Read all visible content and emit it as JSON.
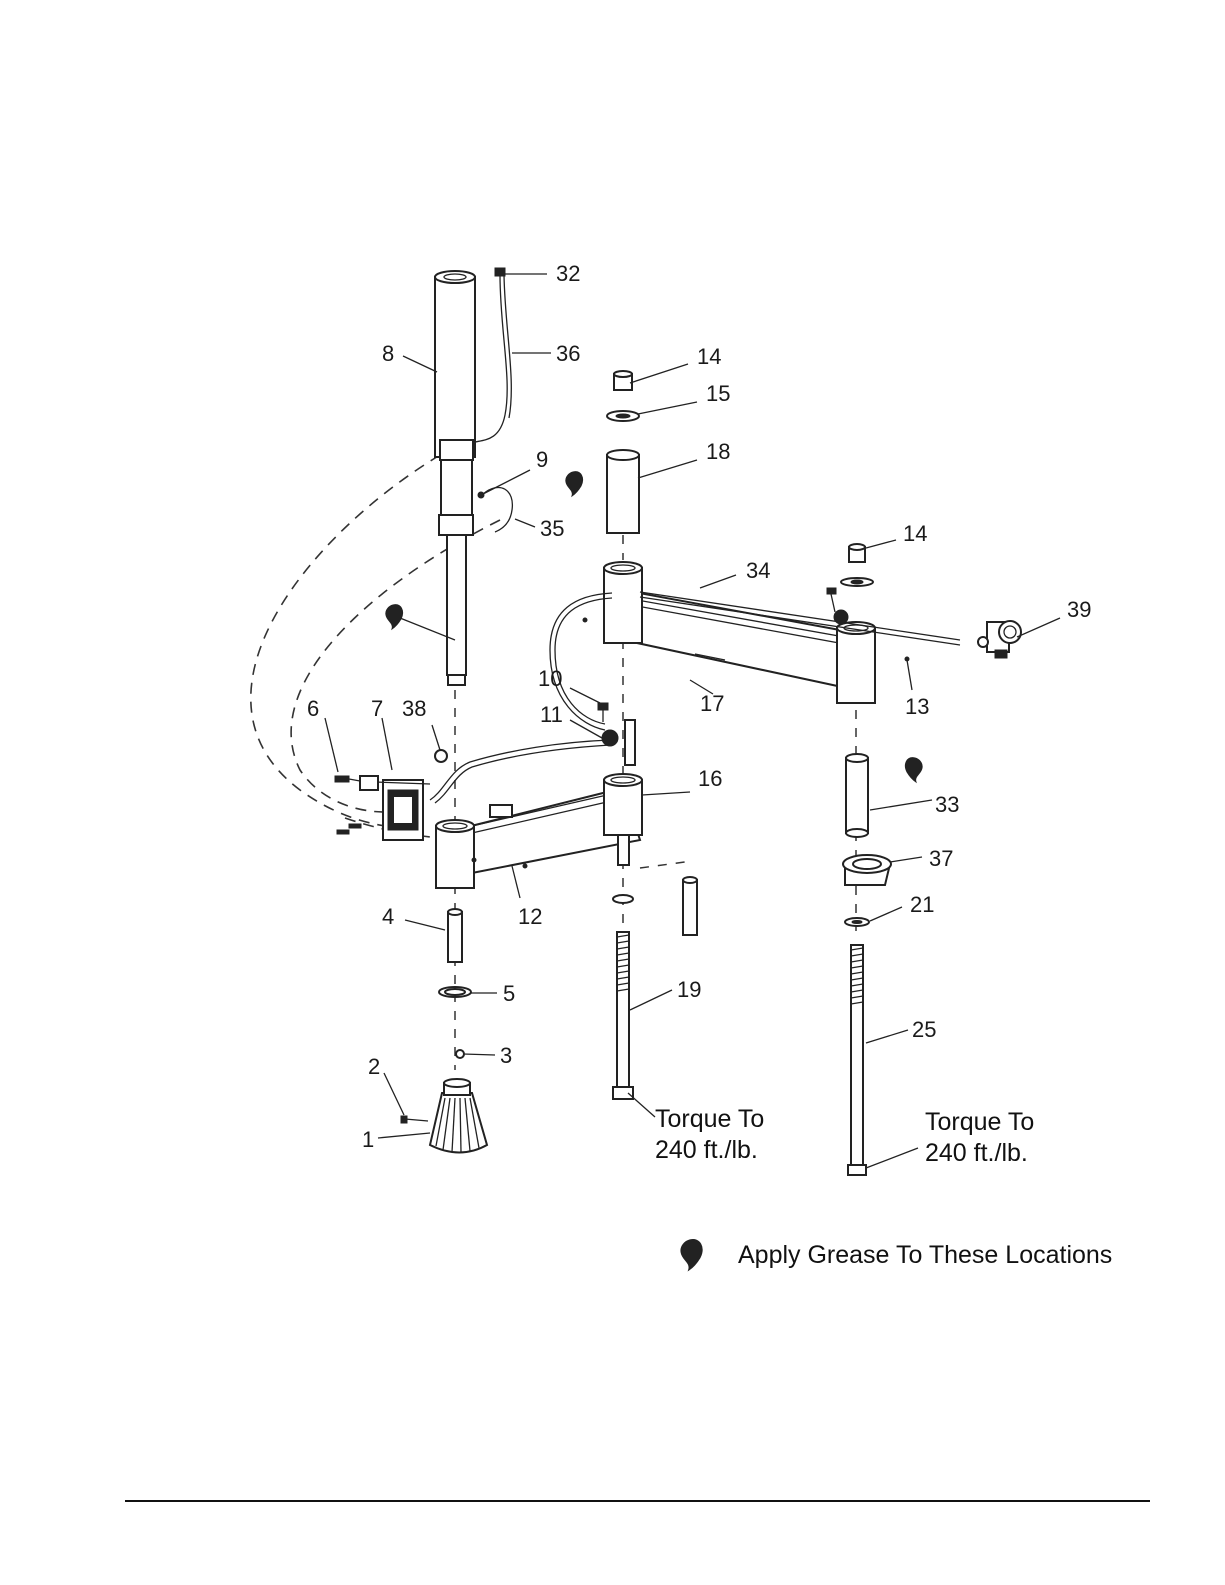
{
  "callouts": [
    {
      "id": "32",
      "text": "32"
    },
    {
      "id": "36",
      "text": "36"
    },
    {
      "id": "8",
      "text": "8"
    },
    {
      "id": "14a",
      "text": "14"
    },
    {
      "id": "15",
      "text": "15"
    },
    {
      "id": "18",
      "text": "18"
    },
    {
      "id": "9",
      "text": "9"
    },
    {
      "id": "35",
      "text": "35"
    },
    {
      "id": "14b",
      "text": "14"
    },
    {
      "id": "34",
      "text": "34"
    },
    {
      "id": "39",
      "text": "39"
    },
    {
      "id": "17",
      "text": "17"
    },
    {
      "id": "13",
      "text": "13"
    },
    {
      "id": "10",
      "text": "10"
    },
    {
      "id": "11",
      "text": "11"
    },
    {
      "id": "6",
      "text": "6"
    },
    {
      "id": "7",
      "text": "7"
    },
    {
      "id": "38",
      "text": "38"
    },
    {
      "id": "16",
      "text": "16"
    },
    {
      "id": "33",
      "text": "33"
    },
    {
      "id": "37",
      "text": "37"
    },
    {
      "id": "21",
      "text": "21"
    },
    {
      "id": "4",
      "text": "4"
    },
    {
      "id": "12",
      "text": "12"
    },
    {
      "id": "5",
      "text": "5"
    },
    {
      "id": "19",
      "text": "19"
    },
    {
      "id": "25",
      "text": "25"
    },
    {
      "id": "3",
      "text": "3"
    },
    {
      "id": "2",
      "text": "2"
    },
    {
      "id": "1",
      "text": "1"
    }
  ],
  "notes": {
    "torque_left_line1": "Torque To",
    "torque_left_line2": "240 ft./lb.",
    "torque_right_line1": "Torque To",
    "torque_right_line2": "240 ft./lb."
  },
  "legend": {
    "icon": "grease-drop-icon",
    "text": "Apply Grease To These Locations"
  }
}
